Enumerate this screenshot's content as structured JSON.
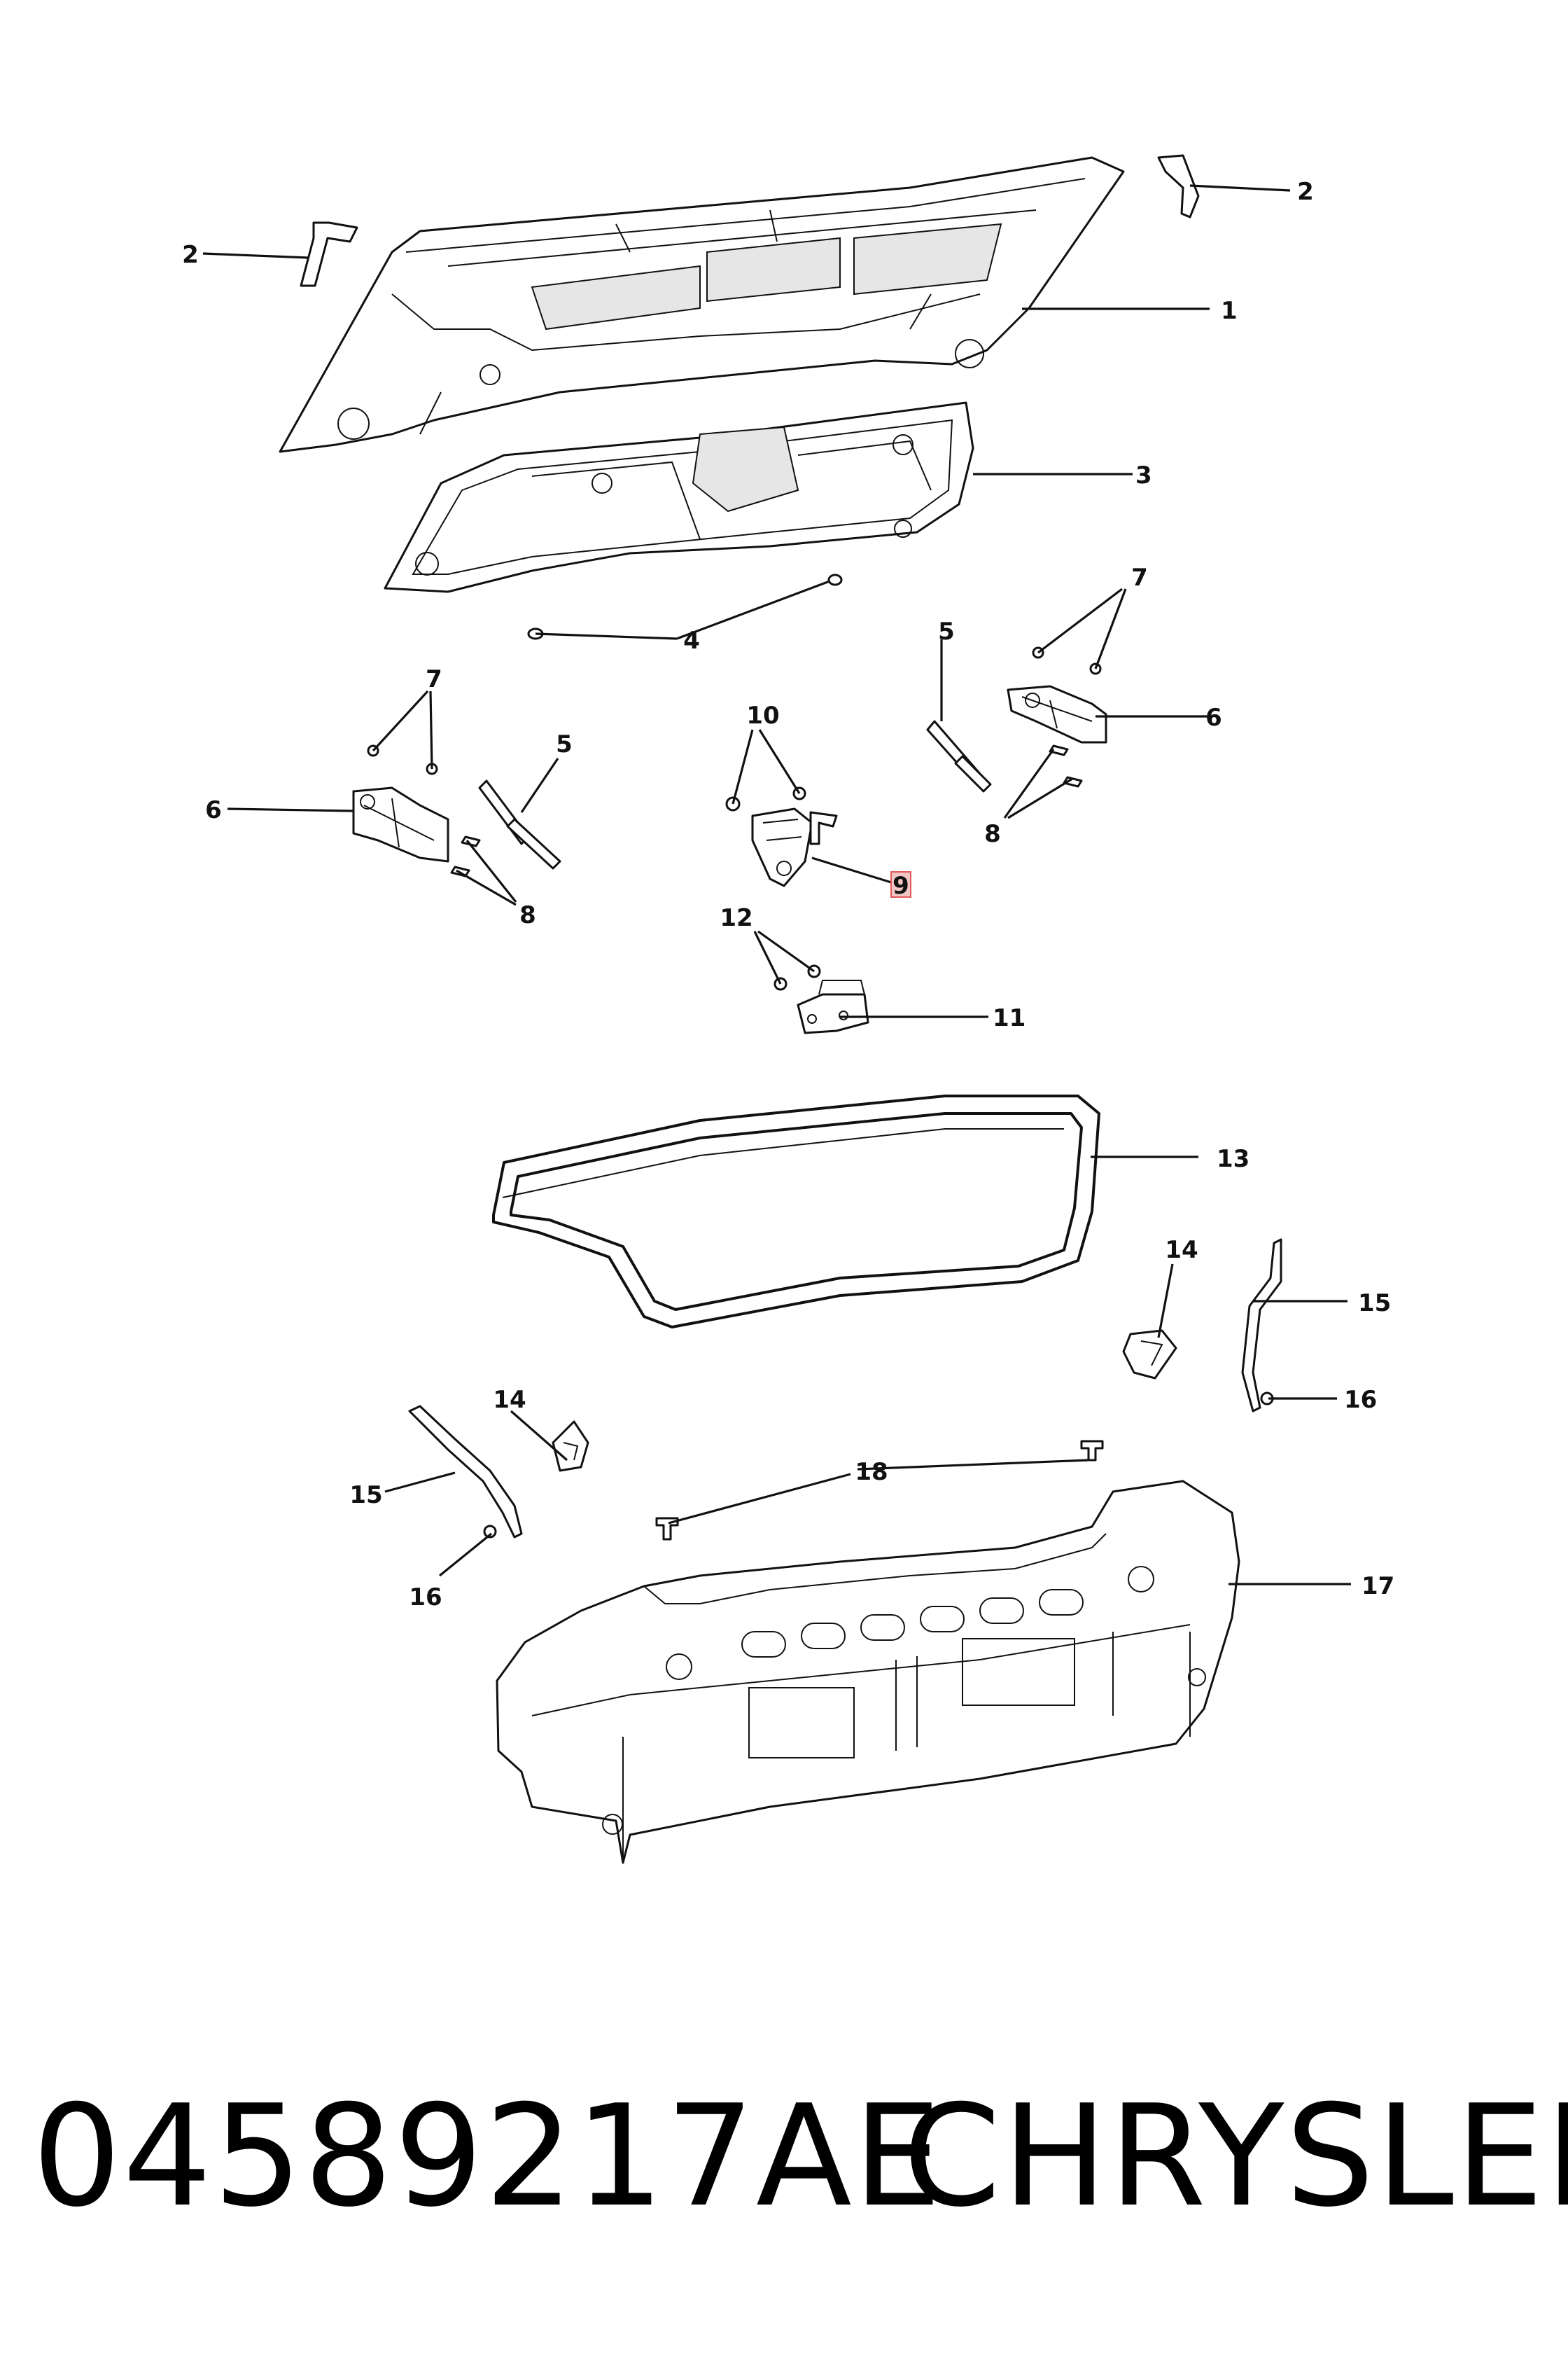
{
  "callouts": {
    "c1": "1",
    "c2a": "2",
    "c2b": "2",
    "c3": "3",
    "c4": "4",
    "c5a": "5",
    "c5b": "5",
    "c6a": "6",
    "c6b": "6",
    "c7a": "7",
    "c7b": "7",
    "c8a": "8",
    "c8b": "8",
    "c9": "9",
    "c10": "10",
    "c11": "11",
    "c12": "12",
    "c13": "13",
    "c14a": "14",
    "c14b": "14",
    "c15a": "15",
    "c15b": "15",
    "c16a": "16",
    "c16b": "16",
    "c17": "17",
    "c18": "18"
  },
  "highlight": {
    "color": "#e05a5a",
    "callout": "9"
  },
  "footer": {
    "part_number": "04589217AE",
    "brand": "CHRYSLER"
  }
}
